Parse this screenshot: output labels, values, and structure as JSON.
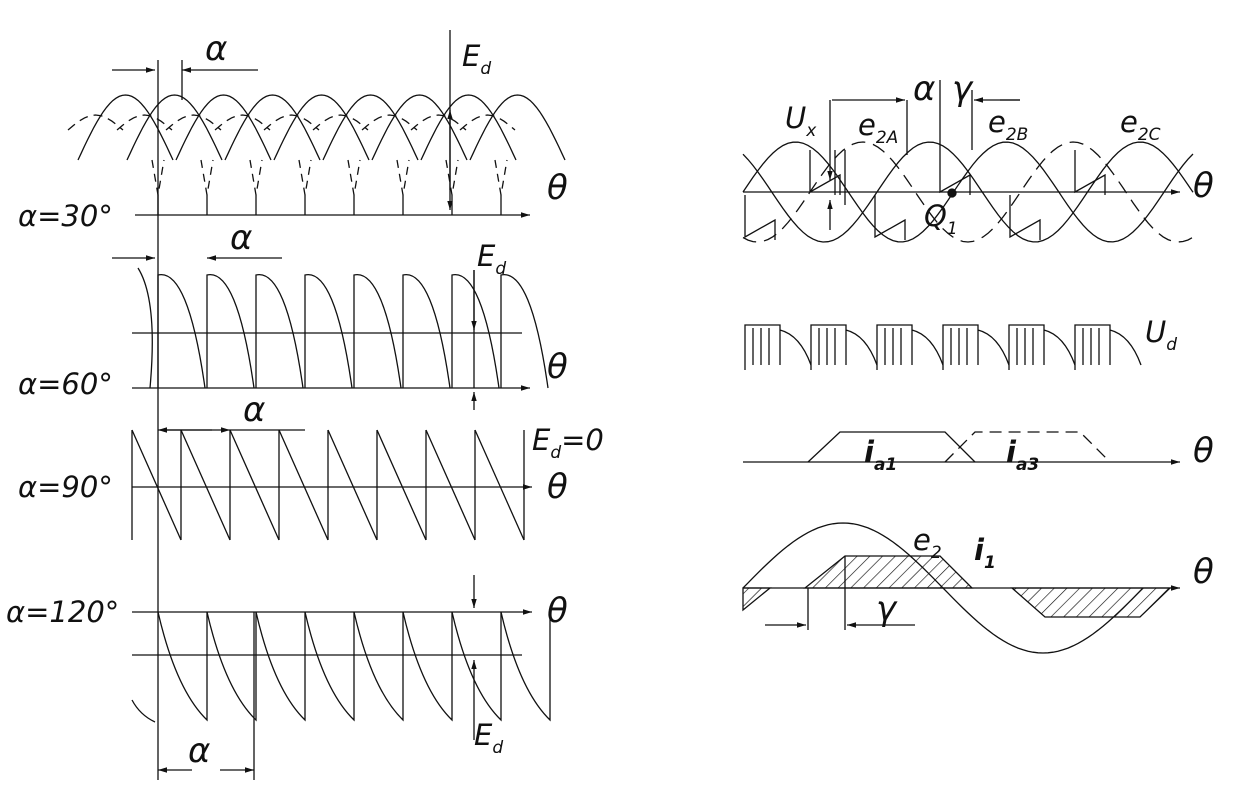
{
  "left": {
    "alpha_symbol": "α",
    "theta_symbol": "θ",
    "panels": [
      {
        "id": "a30",
        "angle_label": "α=30°",
        "ed_main": "E",
        "ed_sub": "d",
        "ed_suffix": ""
      },
      {
        "id": "a60",
        "angle_label": "α=60°",
        "ed_main": "E",
        "ed_sub": "d",
        "ed_suffix": ""
      },
      {
        "id": "a90",
        "angle_label": "α=90°",
        "ed_main": "E",
        "ed_sub": "d",
        "ed_suffix": "=0"
      },
      {
        "id": "a120",
        "angle_label": "α=120°",
        "ed_main": "E",
        "ed_sub": "d",
        "ed_suffix": ""
      }
    ]
  },
  "right": {
    "theta_symbol": "θ",
    "alpha_symbol": "α",
    "gamma_symbol": "γ",
    "ux": {
      "main": "U",
      "sub": "x"
    },
    "e2a": {
      "main": "e",
      "sub": "2A"
    },
    "e2b": {
      "main": "e",
      "sub": "2B"
    },
    "e2c": {
      "main": "e",
      "sub": "2C"
    },
    "q1": {
      "main": "Q",
      "sub": "1"
    },
    "ud": {
      "main": "U",
      "sub": "d"
    },
    "ia1": {
      "main": "i",
      "sub": "a1"
    },
    "ia3": {
      "main": "i",
      "sub": "a3"
    },
    "e2": {
      "main": "e",
      "sub": "2"
    },
    "i1": {
      "main": "i",
      "sub": "1"
    }
  }
}
